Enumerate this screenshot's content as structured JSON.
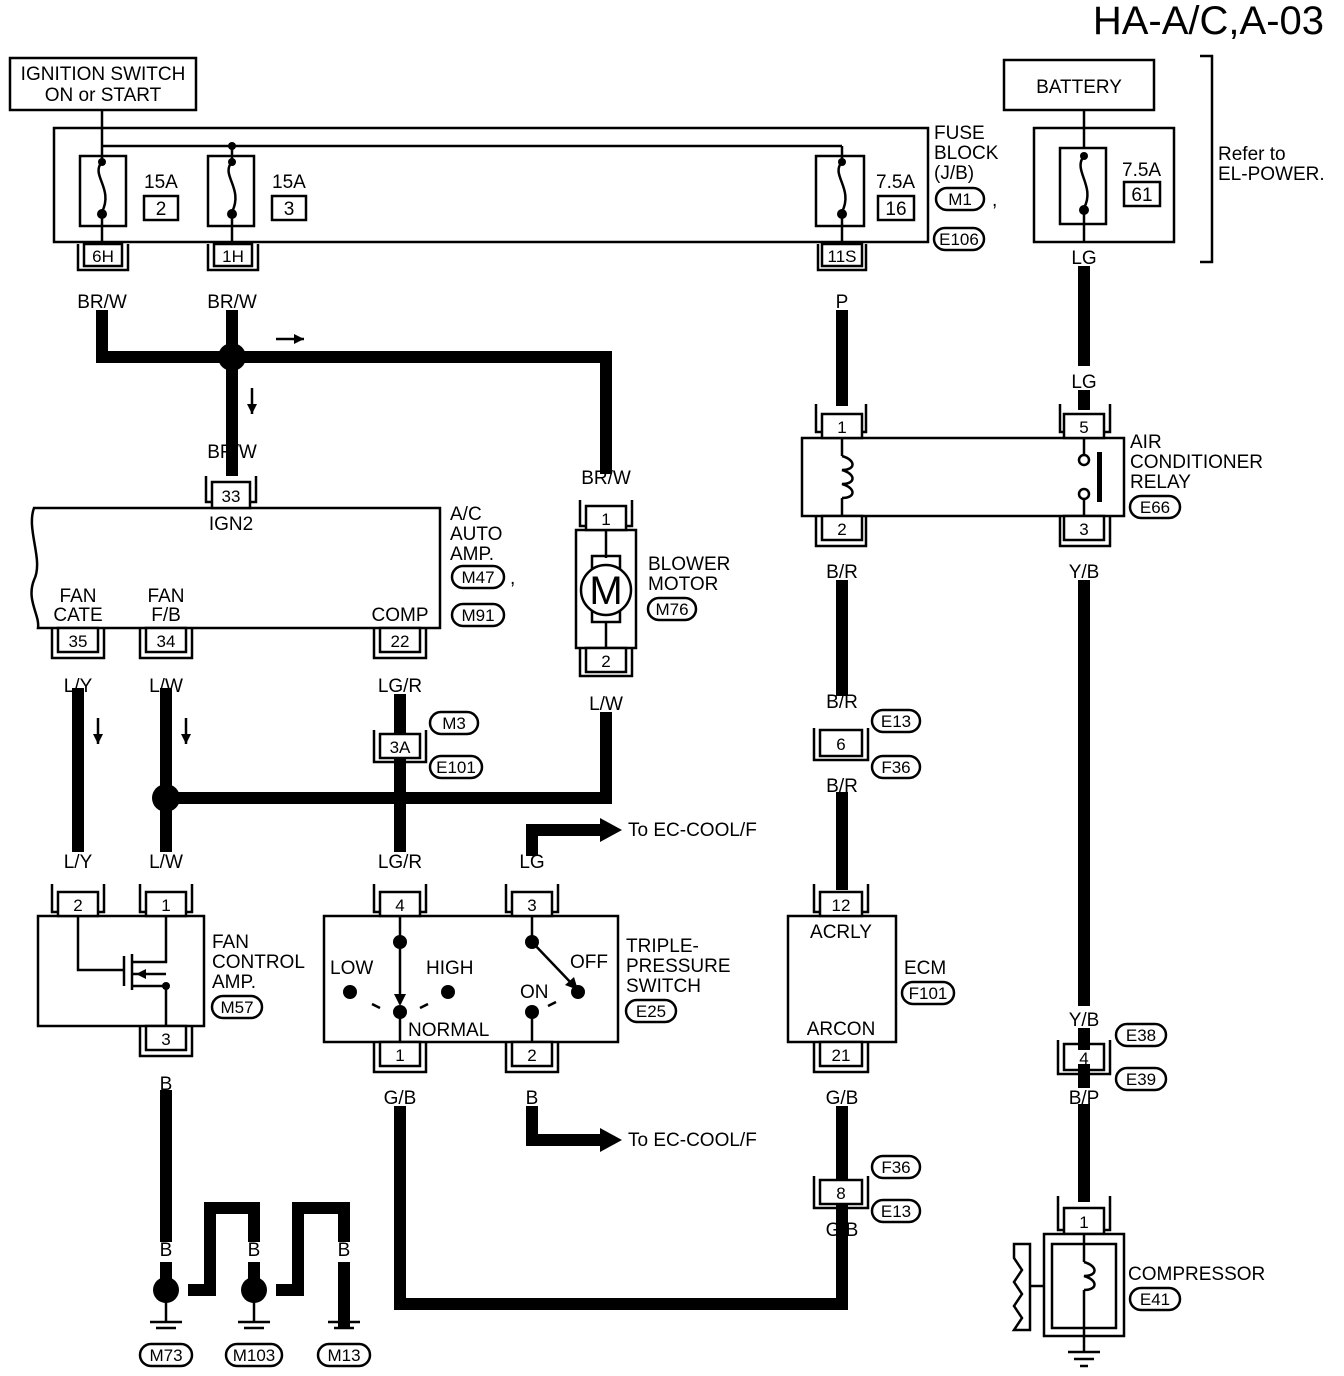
{
  "title": "HA-A/C,A-03",
  "ignition": {
    "line1": "IGNITION SWITCH",
    "line2": "ON or START"
  },
  "battery": {
    "label": "BATTERY",
    "fuse_amp": "7.5A",
    "fuse_num": "61",
    "refer1": "Refer to",
    "refer2": "EL-POWER."
  },
  "fuse_block": {
    "label1": "FUSE",
    "label2": "BLOCK",
    "label3": "(J/B)",
    "conn1": "M1",
    "sep": ",",
    "conn2": "E106",
    "fuses": [
      {
        "amp": "15A",
        "num": "2"
      },
      {
        "amp": "15A",
        "num": "3"
      },
      {
        "amp": "7.5A",
        "num": "16"
      }
    ],
    "pins": [
      "6H",
      "1H",
      "11S"
    ]
  },
  "wires": {
    "brw1": "BR/W",
    "brw2": "BR/W",
    "brw3": "BR/W",
    "brw4": "BR/W",
    "p": "P",
    "lg1": "LG",
    "lg2": "LG",
    "lg3": "LG",
    "br1": "B/R",
    "br2": "B/R",
    "br3": "B/R",
    "yb1": "Y/B",
    "yb2": "Y/B",
    "bp": "B/P",
    "ly1": "L/Y",
    "ly2": "L/Y",
    "lw1": "L/W",
    "lw2": "L/W",
    "lw3": "L/W",
    "lgr1": "LG/R",
    "lgr2": "LG/R",
    "gb1": "G/B",
    "gb2": "G/B",
    "gb3": "G/B",
    "b1": "B",
    "b2": "B",
    "b3": "B",
    "b4": "B",
    "b5": "B",
    "b6": "B",
    "b7": "B"
  },
  "amp": {
    "pin_ign": "33",
    "ign": "IGN2",
    "name1": "A/C",
    "name2": "AUTO",
    "name3": "AMP.",
    "conn1": "M47",
    "sep": ",",
    "conn2": "M91",
    "fan_cate1": "FAN",
    "fan_cate2": "CATE",
    "fan_fb1": "FAN",
    "fan_fb2": "F/B",
    "comp": "COMP",
    "pins": [
      "35",
      "34",
      "22"
    ]
  },
  "blower": {
    "name1": "BLOWER",
    "name2": "MOTOR",
    "conn": "M76",
    "symbol": "M",
    "pin1": "1",
    "pin2": "2"
  },
  "relay": {
    "name1": "AIR",
    "name2": "CONDITIONER",
    "name3": "RELAY",
    "conn": "E66",
    "pin1": "1",
    "pin2": "2",
    "pin3": "3",
    "pin5": "5"
  },
  "inline": {
    "c3a": "3A",
    "m3": "M3",
    "e101": "E101",
    "c6": "6",
    "e13a": "E13",
    "f36a": "F36",
    "c8": "8",
    "f36b": "F36",
    "e13b": "E13",
    "c4": "4",
    "e38": "E38",
    "e39": "E39"
  },
  "ecm": {
    "name": "ECM",
    "conn": "F101",
    "acrly": "ACRLY",
    "arcon": "ARCON",
    "pin12": "12",
    "pin21": "21"
  },
  "fan_amp": {
    "name1": "FAN",
    "name2": "CONTROL",
    "name3": "AMP.",
    "conn": "M57",
    "pin1": "1",
    "pin2": "2",
    "pin3": "3"
  },
  "pressure": {
    "name1": "TRIPLE-",
    "name2": "PRESSURE",
    "name3": "SWITCH",
    "conn": "E25",
    "low": "LOW",
    "high": "HIGH",
    "normal": "NORMAL",
    "off": "OFF",
    "on": "ON",
    "pin1": "1",
    "pin2": "2",
    "pin3": "3",
    "pin4": "4"
  },
  "ec_cool_1": "To EC-COOL/F",
  "ec_cool_2": "To EC-COOL/F",
  "compressor": {
    "name": "COMPRESSOR",
    "conn": "E41",
    "pin": "1"
  },
  "grounds": [
    "M73",
    "M103",
    "M13"
  ]
}
